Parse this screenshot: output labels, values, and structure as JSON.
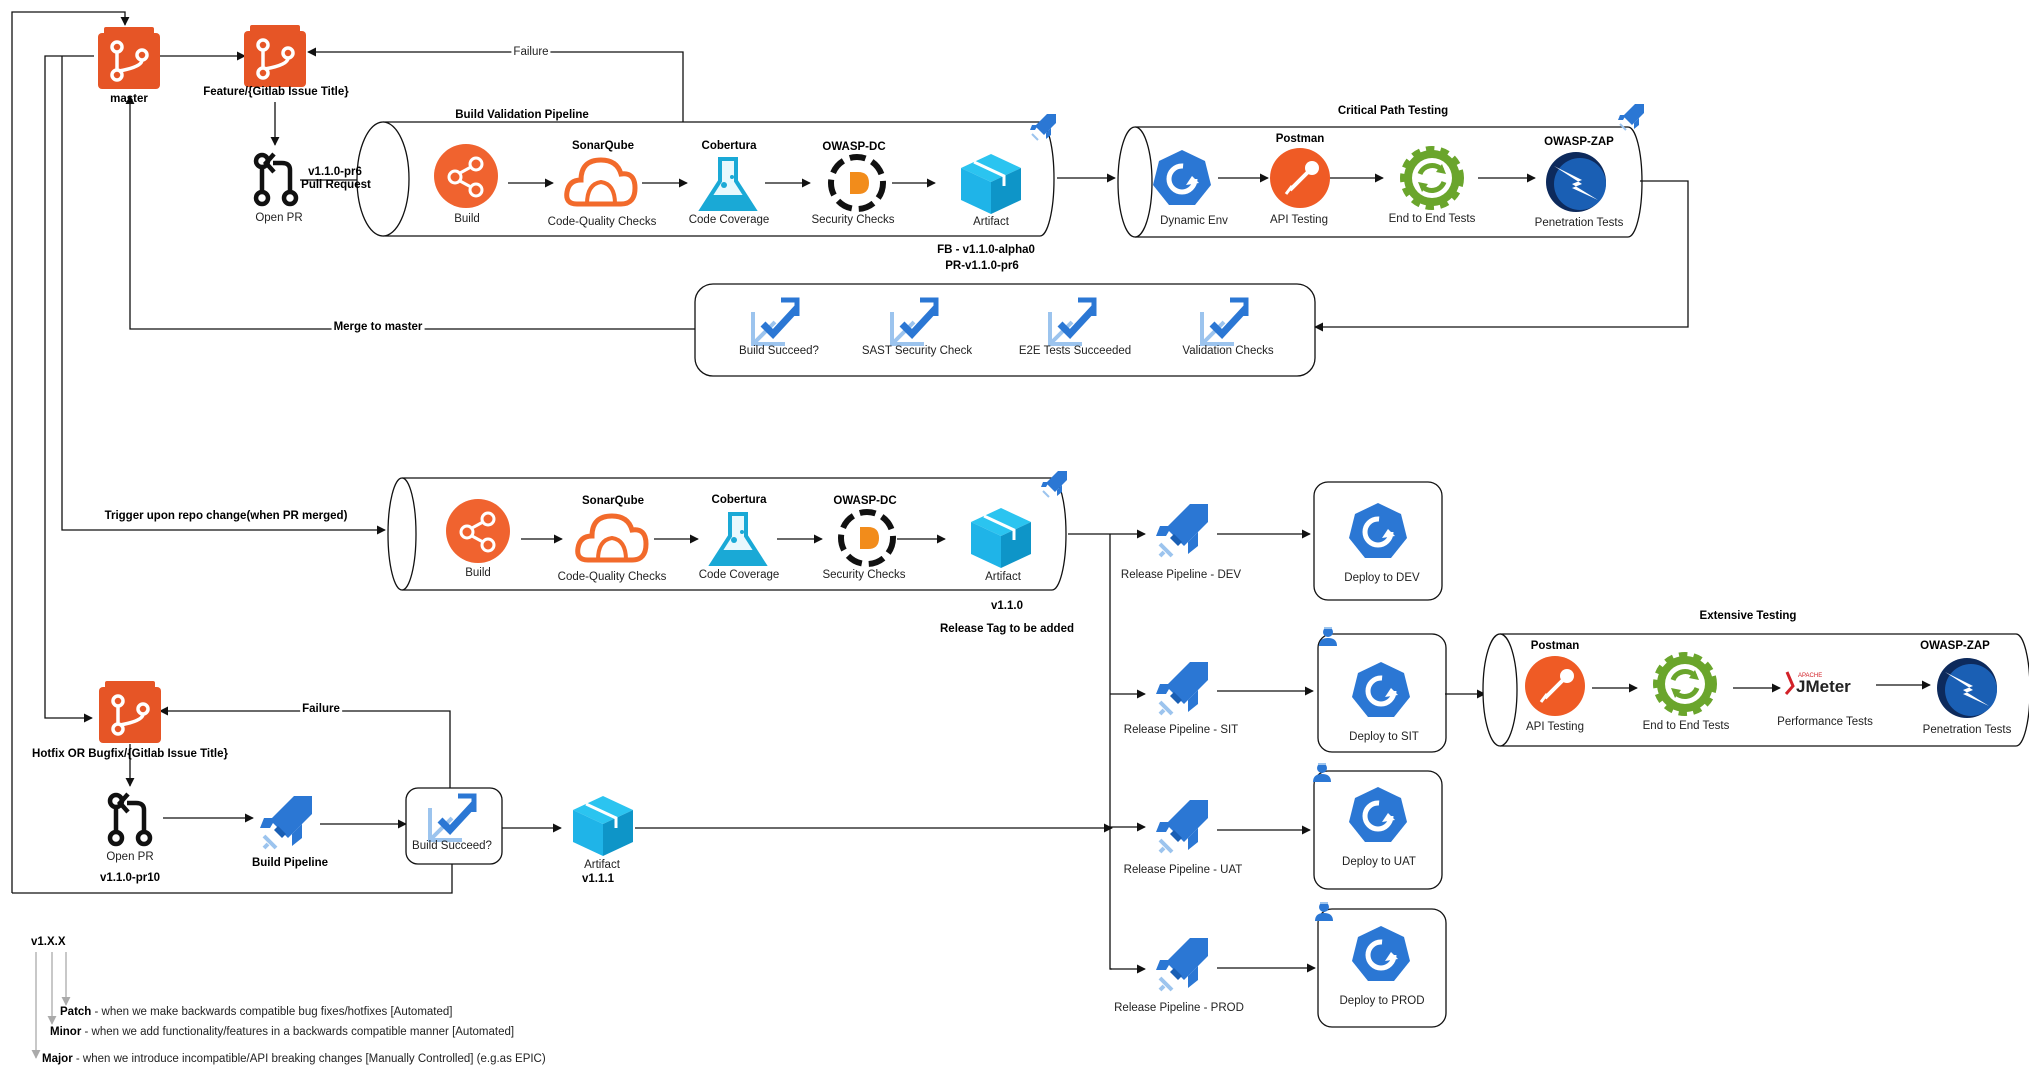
{
  "colors": {
    "git": "#e65526",
    "build": "#f0632f",
    "azure": "#2b77d4",
    "artifact": "#1fb4e8",
    "gear": "#6aa52c",
    "postman": "#ef5b25",
    "sonar": "#f26a2b",
    "cobertura": "#1aa9d6"
  },
  "branches": {
    "master": "master",
    "feature": "Feature/{Gitlab Issue Title}",
    "hotfix": "Hotfix OR Bugfix/{Gitlab Issue Title}"
  },
  "top": {
    "failure": "Failure",
    "pr_version": "v1.1.0-pr6",
    "pull_request": "Pull Request",
    "open_pr": "Open PR",
    "pipeline_title": "Build Validation Pipeline",
    "steps": {
      "build": "Build",
      "sonar_title": "SonarQube",
      "sonar": "Code-Quality Checks",
      "cobertura_title": "Cobertura",
      "cobertura": "Code Coverage",
      "owasp_title": "OWASP-DC",
      "owasp": "Security Checks",
      "artifact": "Artifact"
    },
    "fb_version": "FB - v1.1.0-alpha0",
    "pr_tag": "PR-v1.1.0-pr6",
    "critical_title": "Critical Path Testing",
    "critical": {
      "dynamic": "Dynamic Env",
      "postman_title": "Postman",
      "api": "API Testing",
      "e2e": "End to End Tests",
      "zap_title": "OWASP-ZAP",
      "pen": "Penetration Tests"
    },
    "checks": [
      "Build Succeed?",
      "SAST Security Check",
      "E2E Tests Succeeded",
      "Validation Checks"
    ],
    "merge": "Merge to master"
  },
  "middle": {
    "trigger": "Trigger upon repo change(when PR merged)",
    "steps": {
      "build": "Build",
      "sonar_title": "SonarQube",
      "sonar": "Code-Quality Checks",
      "cobertura_title": "Cobertura",
      "cobertura": "Code Coverage",
      "owasp_title": "OWASP-DC",
      "owasp": "Security Checks",
      "artifact": "Artifact"
    },
    "version": "v1.1.0",
    "release_tag": "Release Tag to be added"
  },
  "releases": [
    {
      "pipeline": "Release Pipeline - DEV",
      "deploy": "Deploy to DEV"
    },
    {
      "pipeline": "Release Pipeline - SIT",
      "deploy": "Deploy to SIT"
    },
    {
      "pipeline": "Release Pipeline - UAT",
      "deploy": "Deploy to UAT"
    },
    {
      "pipeline": "Release Pipeline - PROD",
      "deploy": "Deploy to PROD"
    }
  ],
  "extensive": {
    "title": "Extensive Testing",
    "postman_title": "Postman",
    "api": "API Testing",
    "e2e": "End to End Tests",
    "jmeter": "Performance Tests",
    "jmeter_logo_small": "APACHE",
    "jmeter_logo": "JMeter",
    "zap_title": "OWASP-ZAP",
    "pen": "Penetration Tests"
  },
  "hotfix": {
    "failure": "Failure",
    "open_pr": "Open PR",
    "pr_version": "v1.1.0-pr10",
    "build_pipeline": "Build Pipeline",
    "build_succeed": "Build Succeed?",
    "artifact": "Artifact",
    "artifact_version": "v1.1.1"
  },
  "legend": {
    "version": "v1.X.X",
    "patch_key": "Patch",
    "patch_text": " - when we make backwards compatible bug fixes/hotfixes [Automated]",
    "minor_key": "Minor",
    "minor_text": " - when we add functionality/features in a backwards compatible manner [Automated]",
    "major_key": "Major",
    "major_text": " - when we introduce incompatible/API breaking changes [Manually Controlled] (e.g.as EPIC)"
  }
}
